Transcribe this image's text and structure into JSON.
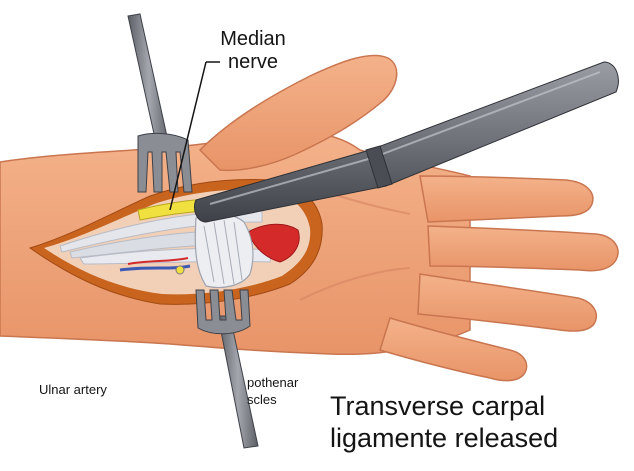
{
  "labels": {
    "median_nerve_line1": "Median",
    "median_nerve_line2": "nerve",
    "ulnar_artery": "Ulnar artery",
    "hypothenar_line1": "pothenar",
    "hypothenar_line2": "scles",
    "caption_line1": "Transverse carpal",
    "caption_line2": "ligamente released"
  },
  "colors": {
    "skin": "#f0a67a",
    "skin_shadow": "#d9805a",
    "incision_rim": "#c8641e",
    "tissue": "#f2d0b8",
    "tendon": "#e4e6ec",
    "nerve": "#f0e040",
    "artery": "#d42a2a",
    "vein": "#3c5ab4",
    "instrument": "#7c7f86",
    "instrument_dark": "#4a4d54",
    "text": "#141414"
  }
}
